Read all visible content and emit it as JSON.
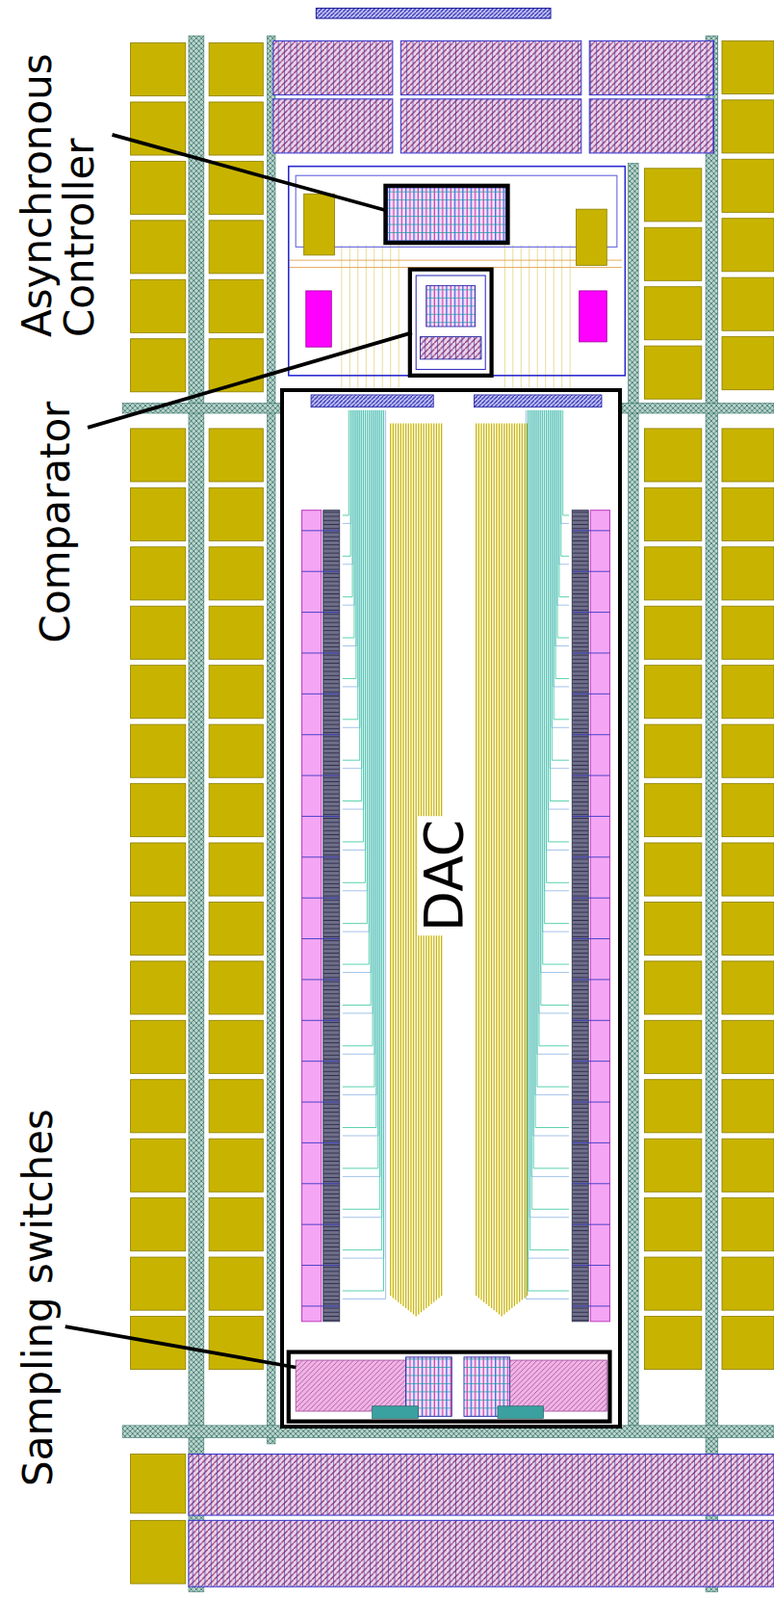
{
  "diagram": {
    "nodes": [
      {
        "text": [
          "DAC"
        ]
      }
    ],
    "labels": [
      "Asynchronous Controller",
      "Comparator",
      "Sampling switches"
    ]
  }
}
